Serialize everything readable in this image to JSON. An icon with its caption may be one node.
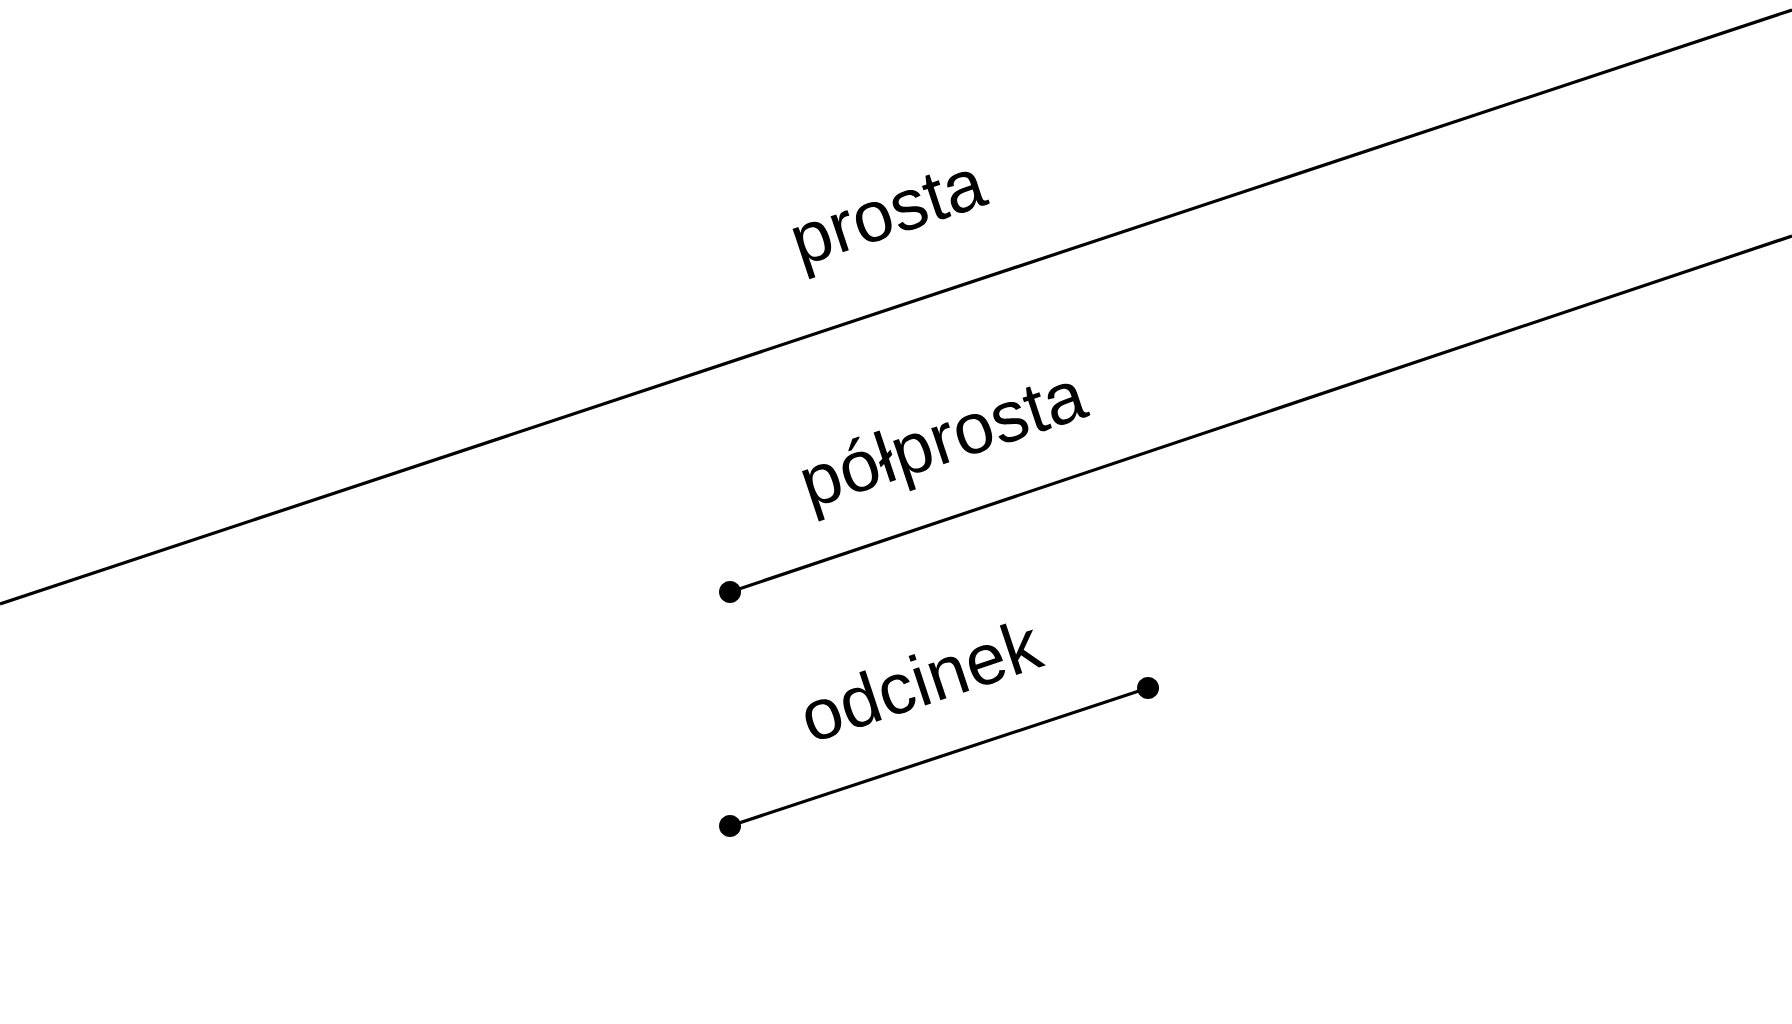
{
  "diagram": {
    "labels": [
      "prosta",
      "półprosta",
      "odcinek"
    ]
  }
}
